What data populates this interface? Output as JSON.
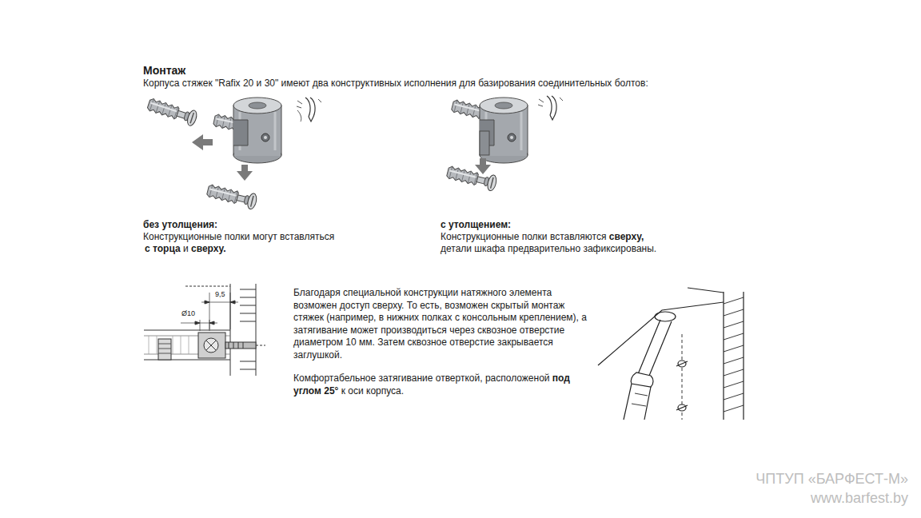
{
  "diagram": {
    "title": "Монтаж",
    "labels": [
      "Корпуса стяжек \"Rafix 20 и 30\" имеют два конструктивных исполнения для базирования соединительных болтов:",
      "без утолщения:",
      "Конструкционные полки могут вставляться",
      "с торца",
      "и",
      "сверху",
      ".",
      "с утолщением:",
      "Конструкционные полки вставляются",
      "сверху,",
      "детали шкафа предварительно зафиксированы.",
      "Благодаря специальной конструкции натяжного элемента возможен доступ сверху. То есть, возможен скрытый монтаж стяжек (например, в нижних полках с консольным креплением), а затягивание может производиться через сквозное отверстие диаметром 10 мм. Затем сквозное отверстие закрывается заглушкой.",
      "Комфортабельное затягивание отверткой, расположеной",
      "под углом 25°",
      "к оси корпуса.",
      "9,5",
      "Ø10",
      "ЧПТУП «БАРФЕСТ-М»",
      "www.barfest.by"
    ]
  }
}
